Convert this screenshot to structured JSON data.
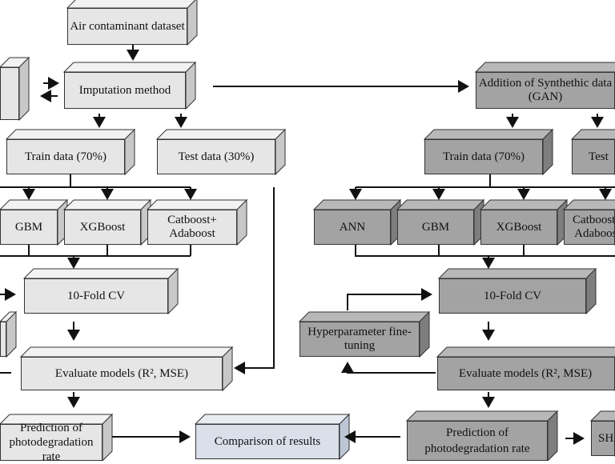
{
  "left_pipeline": {
    "dataset": "Air contaminant dataset",
    "imputation": "Imputation method",
    "train": "Train data (70%)",
    "test": "Test data (30%)",
    "models": [
      "GBM",
      "XGBoost",
      "Catboost+ Adaboost"
    ],
    "cv": "10-Fold CV",
    "evaluate": "Evaluate models (R², MSE)",
    "prediction": "Prediction of photodegradation rate"
  },
  "comparison": "Comparison of results",
  "right_pipeline": {
    "synthetic": "Addition of Synthethic data (GAN)",
    "train": "Train data (70%)",
    "test": "Test",
    "models": [
      "ANN",
      "GBM",
      "XGBoost",
      "Catboost+ Adaboost"
    ],
    "cv": "10-Fold CV",
    "hyperparameter": "Hyperparameter fine-tuning",
    "evaluate": "Evaluate models (R², MSE)",
    "prediction": "Prediction of photodegradation rate",
    "shap": "SHAP"
  },
  "colors": {
    "light_box": "#e6e6e6",
    "dark_box": "#a3a3a3",
    "comparison_box": "#d9e0ea",
    "line": "#111111"
  }
}
